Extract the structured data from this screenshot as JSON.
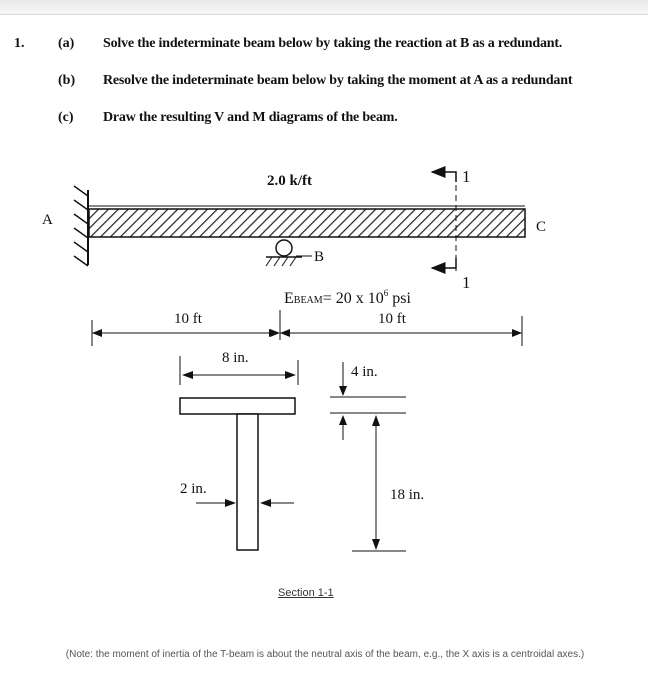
{
  "problem": {
    "number": "1.",
    "parts": [
      {
        "label": "(a)",
        "text": "Solve the indeterminate beam below by taking the reaction at B as a redundant."
      },
      {
        "label": "(b)",
        "text": "Resolve the indeterminate beam below by taking the moment at A as a redundant"
      },
      {
        "label": "(c)",
        "text": "Draw the resulting V and M diagrams of the beam."
      }
    ]
  },
  "beam": {
    "load": "2.0 k/ft",
    "point_a": "A",
    "point_b": "B",
    "point_c": "C",
    "section_mark_top": "1",
    "section_mark_bottom": "1",
    "modulus_prefix": "E",
    "modulus_subscript": "BEAM",
    "modulus_value": "= 20 x 10",
    "modulus_exponent": "6",
    "modulus_unit": " psi",
    "span_ab": "10 ft",
    "span_bc": "10 ft"
  },
  "section": {
    "flange_width": "8 in.",
    "flange_thickness": "4 in.",
    "web_thickness": "2 in.",
    "depth": "18 in.",
    "caption": "Section 1-1"
  },
  "note": "(Note: the moment of inertia of the T-beam is about the neutral axis of the beam, e.g., the X axis is a centroidal axes.)"
}
